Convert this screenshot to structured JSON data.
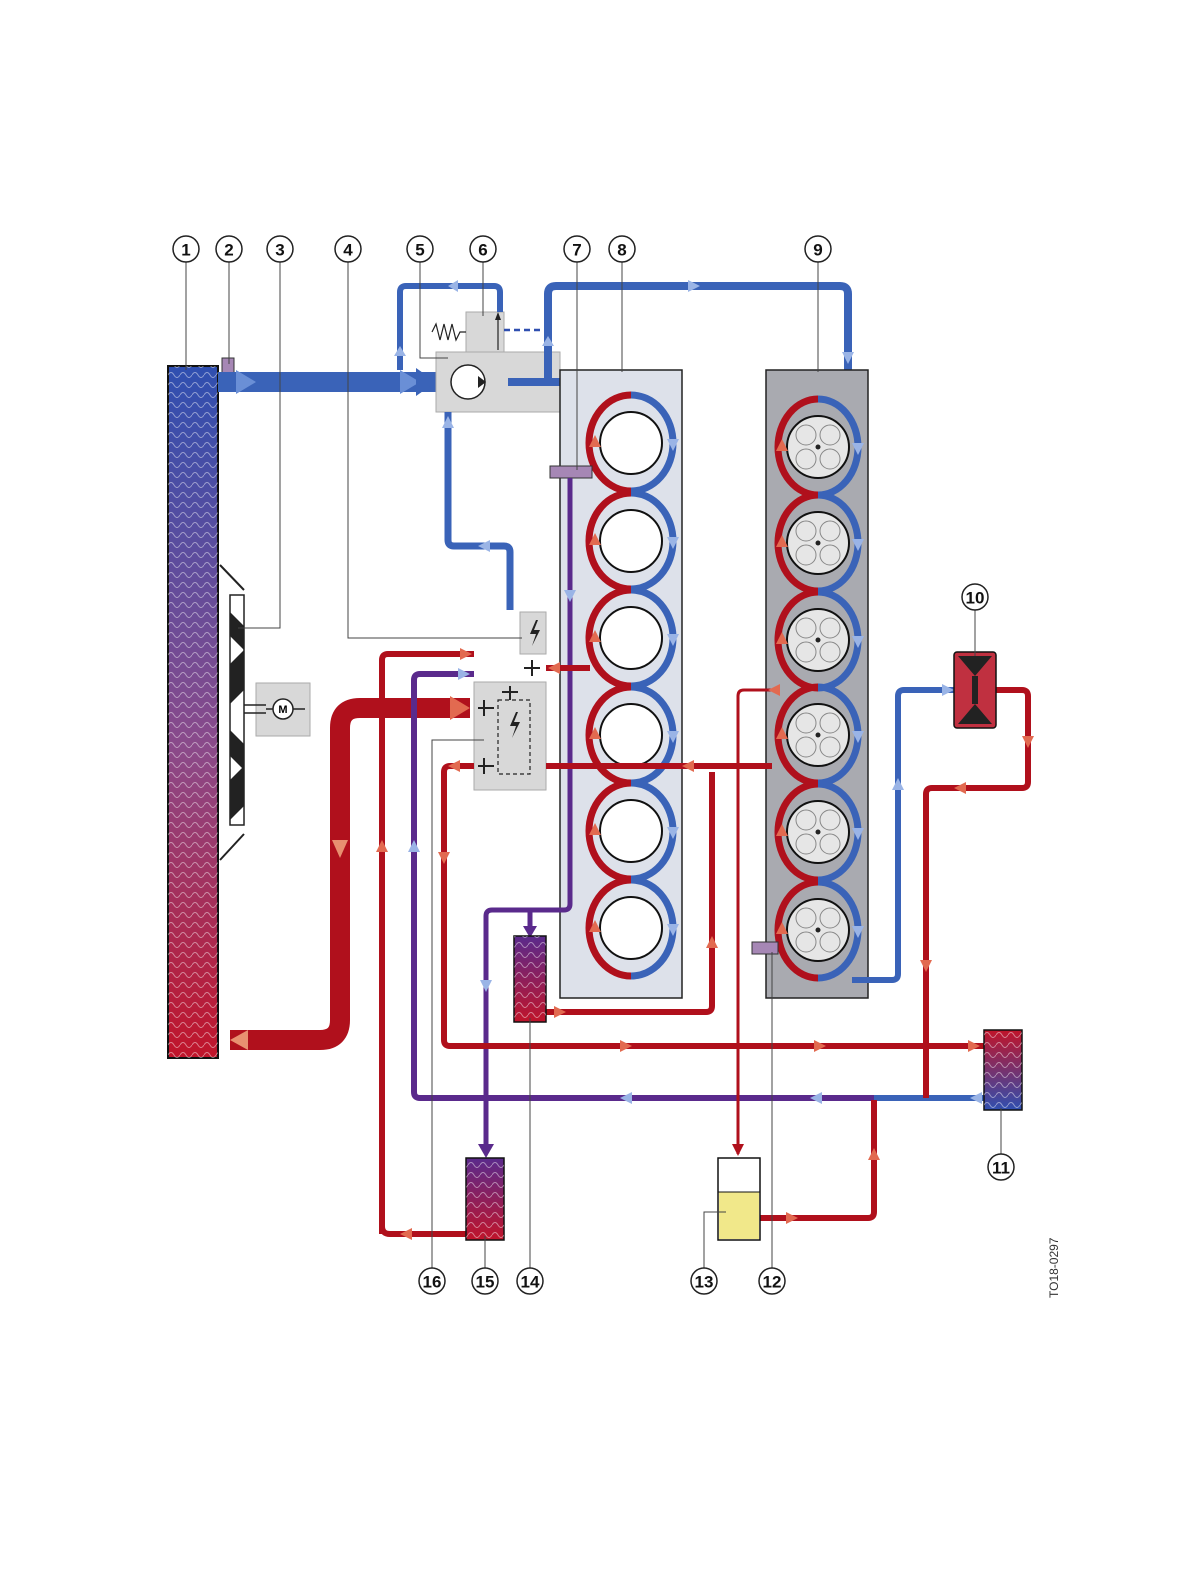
{
  "diagram": {
    "colors": {
      "cold": "#3a63b8",
      "hot": "#b0101c",
      "mixed": "#5a2a8c",
      "block_fill": "#dde1ea",
      "block_bank2": "#a9aab0",
      "unit_grey": "#d8d8d8",
      "sensor": "#a687b5",
      "reservoir": "#f1e88a"
    },
    "callouts": [
      {
        "id": "c1",
        "label": "1"
      },
      {
        "id": "c2",
        "label": "2"
      },
      {
        "id": "c3",
        "label": "3"
      },
      {
        "id": "c4",
        "label": "4"
      },
      {
        "id": "c5",
        "label": "5"
      },
      {
        "id": "c6",
        "label": "6"
      },
      {
        "id": "c7",
        "label": "7"
      },
      {
        "id": "c8",
        "label": "8"
      },
      {
        "id": "c9",
        "label": "9"
      },
      {
        "id": "c10",
        "label": "10"
      },
      {
        "id": "c11",
        "label": "11"
      },
      {
        "id": "c12",
        "label": "12"
      },
      {
        "id": "c13",
        "label": "13"
      },
      {
        "id": "c14",
        "label": "14"
      },
      {
        "id": "c15",
        "label": "15"
      },
      {
        "id": "c16",
        "label": "16"
      }
    ],
    "motor_symbol": "M",
    "doc_code": "TO18-0297",
    "icons": {
      "motor": "motor-icon",
      "electric": "lightning-icon",
      "spring": "spring-icon",
      "pump": "pump-icon"
    }
  }
}
